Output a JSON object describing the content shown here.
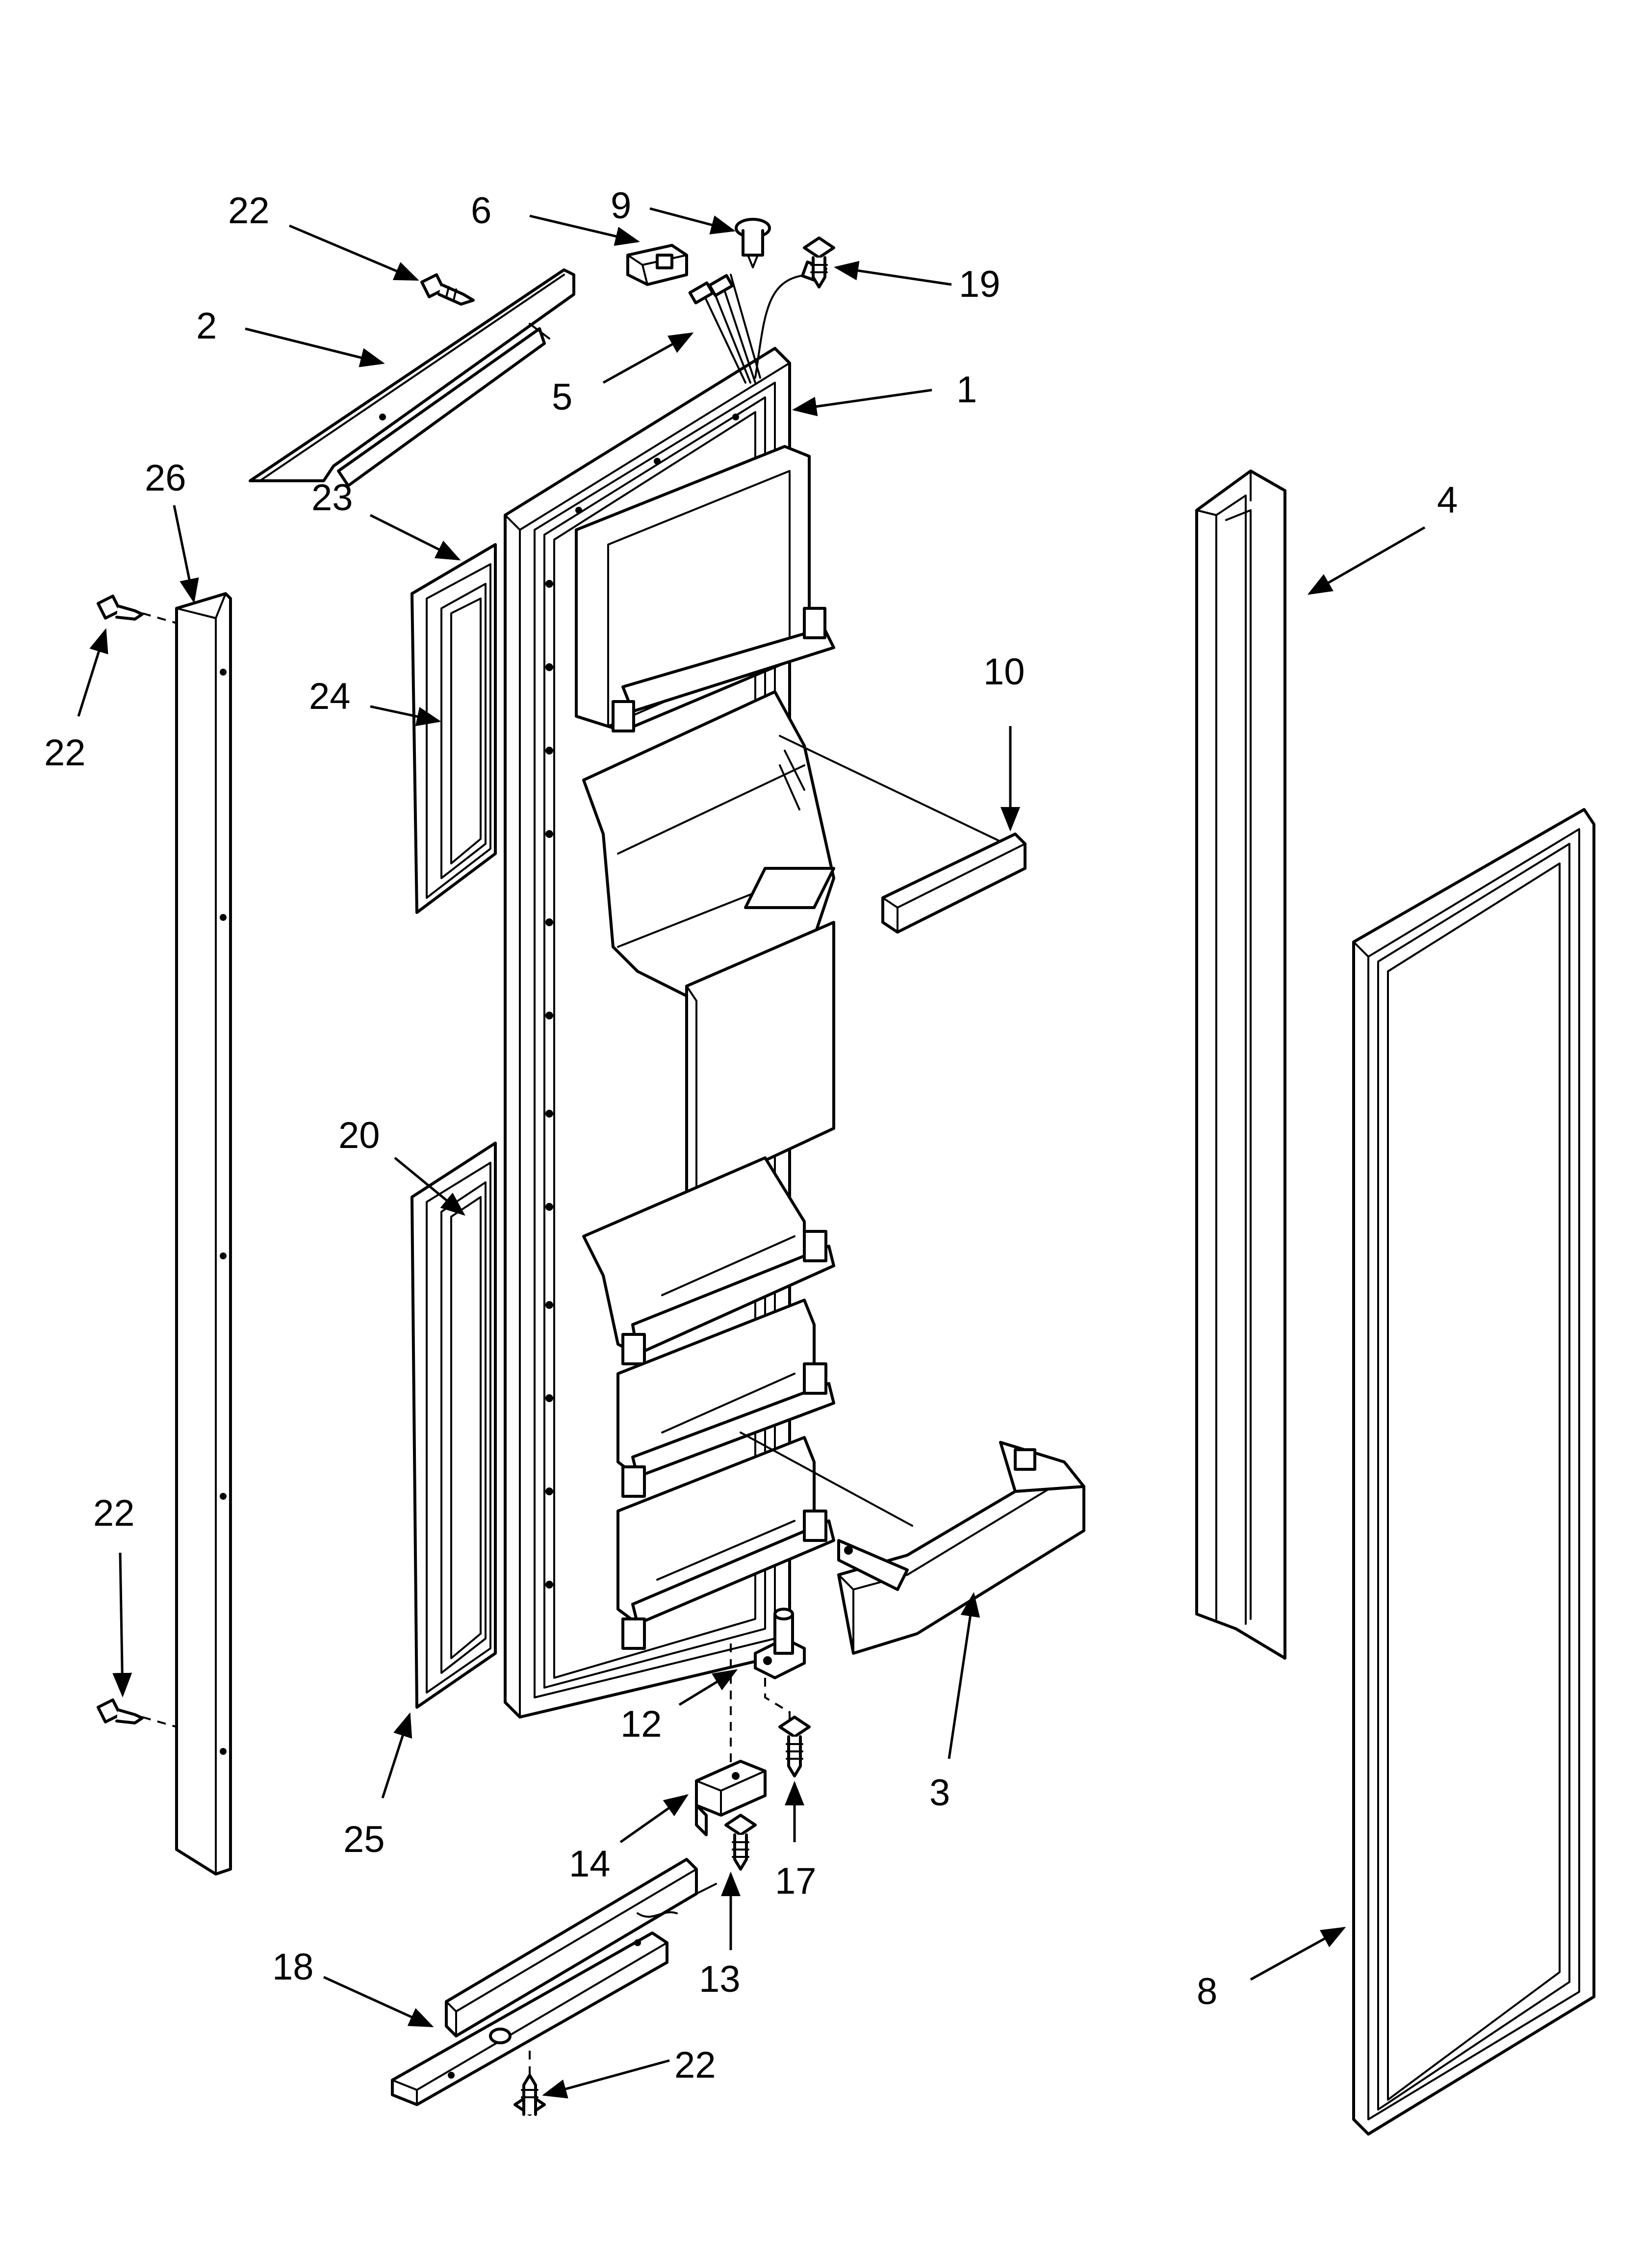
{
  "callouts": [
    {
      "id": "c1",
      "label": "1"
    },
    {
      "id": "c2",
      "label": "2"
    },
    {
      "id": "c3",
      "label": "3"
    },
    {
      "id": "c4",
      "label": "4"
    },
    {
      "id": "c5",
      "label": "5"
    },
    {
      "id": "c6",
      "label": "6"
    },
    {
      "id": "c8",
      "label": "8"
    },
    {
      "id": "c9",
      "label": "9"
    },
    {
      "id": "c10",
      "label": "10"
    },
    {
      "id": "c12",
      "label": "12"
    },
    {
      "id": "c13",
      "label": "13"
    },
    {
      "id": "c14",
      "label": "14"
    },
    {
      "id": "c17",
      "label": "17"
    },
    {
      "id": "c18",
      "label": "18"
    },
    {
      "id": "c19",
      "label": "19"
    },
    {
      "id": "c20",
      "label": "20"
    },
    {
      "id": "c22a",
      "label": "22"
    },
    {
      "id": "c22b",
      "label": "22"
    },
    {
      "id": "c22c",
      "label": "22"
    },
    {
      "id": "c22d",
      "label": "22"
    },
    {
      "id": "c23",
      "label": "23"
    },
    {
      "id": "c24",
      "label": "24"
    },
    {
      "id": "c25",
      "label": "25"
    },
    {
      "id": "c26",
      "label": "26"
    }
  ]
}
